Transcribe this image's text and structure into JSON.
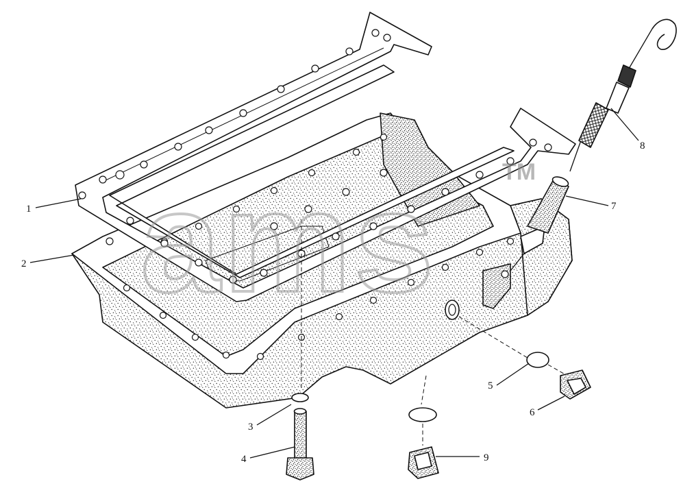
{
  "diagram": {
    "callouts": [
      "1",
      "2",
      "3",
      "4",
      "5",
      "6",
      "7",
      "8",
      "9"
    ],
    "watermark": {
      "text": "ams",
      "mark": "TM"
    },
    "colors": {
      "ink": "#111111",
      "paper": "#ffffff",
      "stipple": "#222222",
      "watermark": "#9a9a9a"
    }
  }
}
